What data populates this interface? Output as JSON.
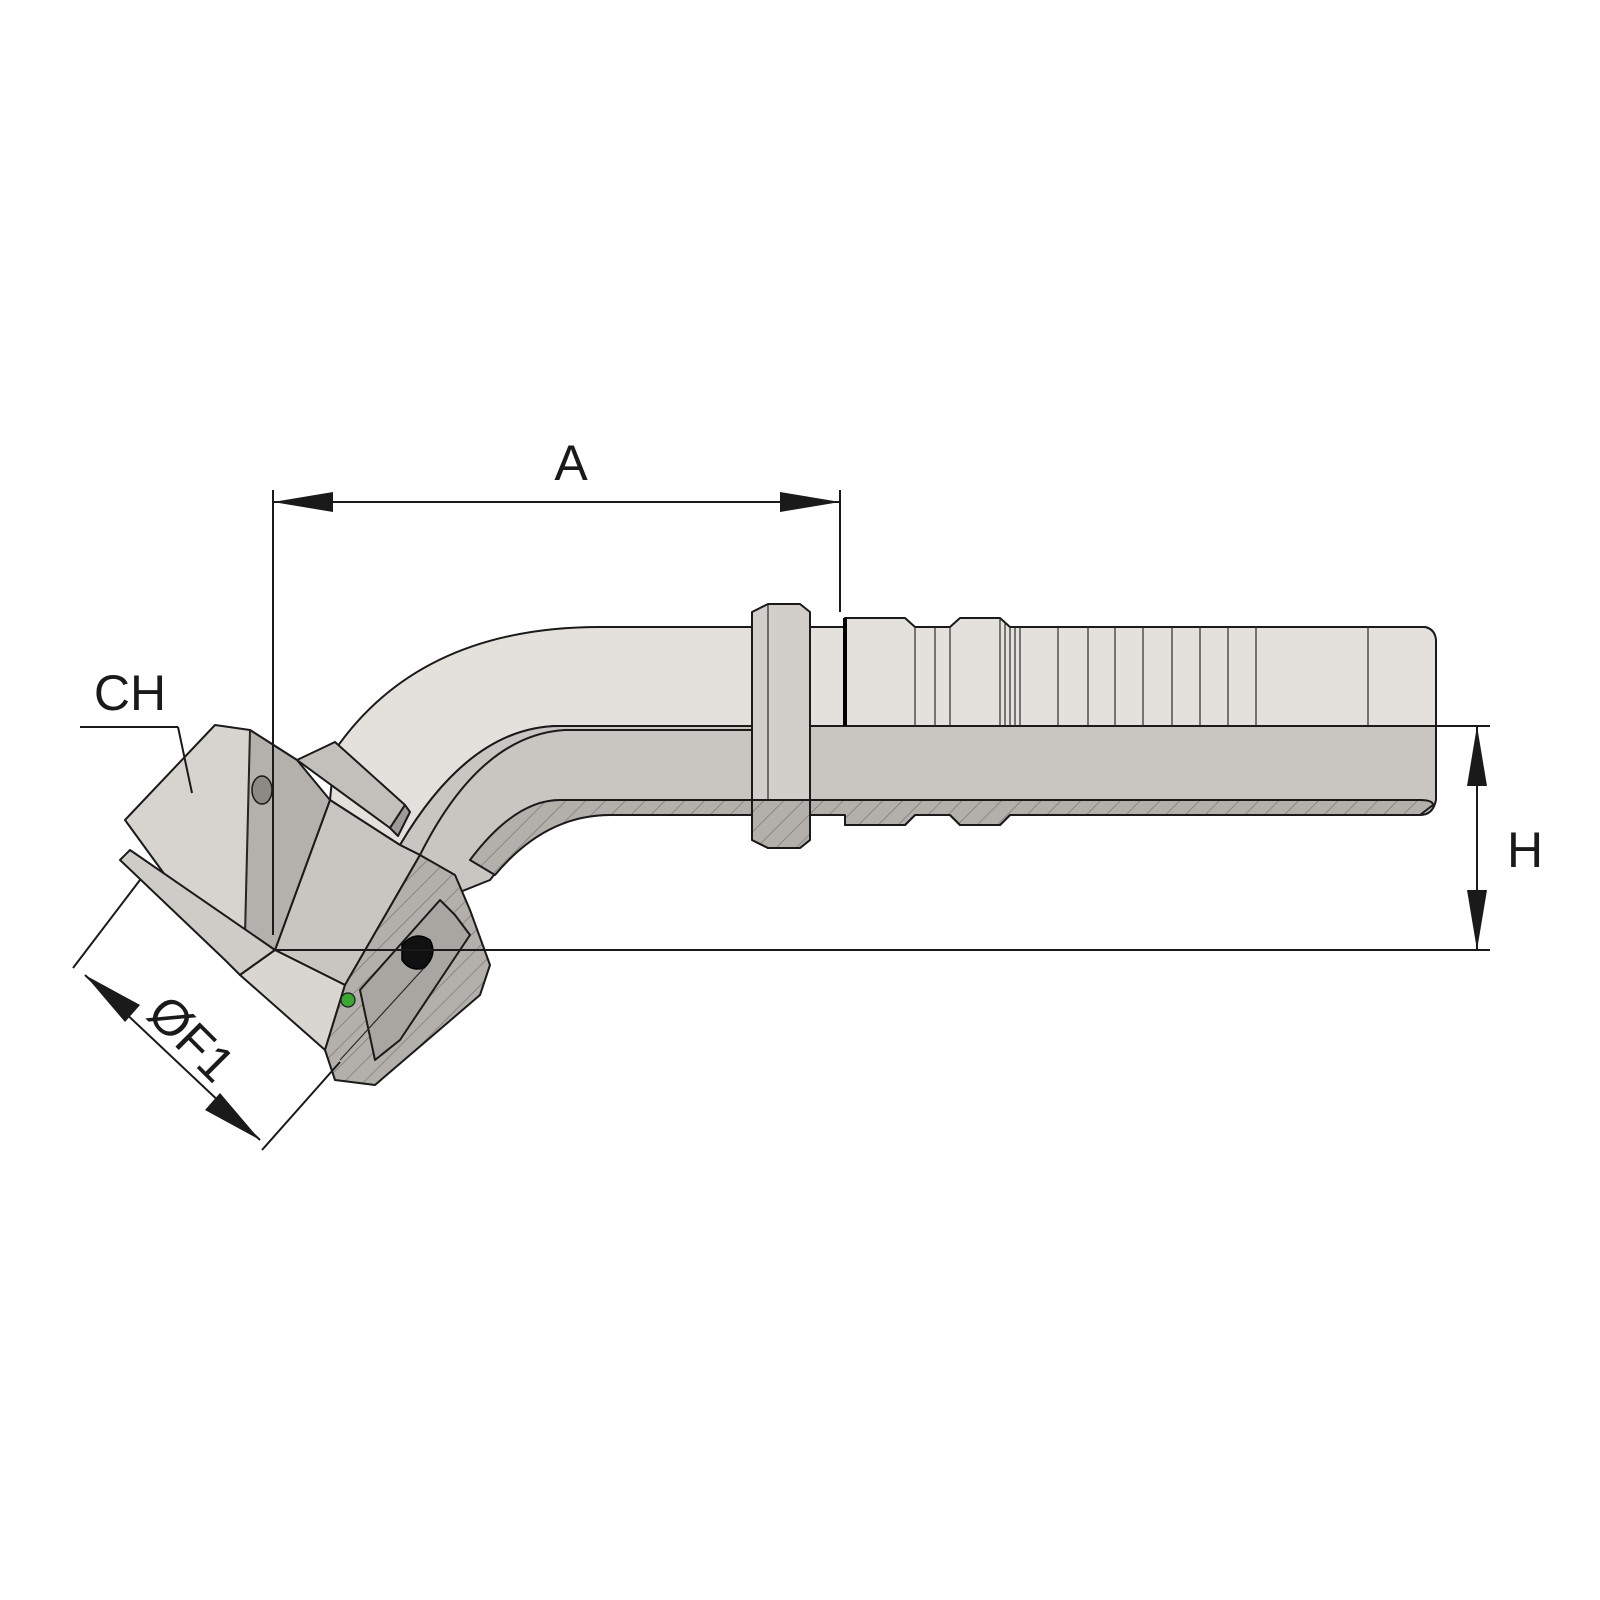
{
  "labels": {
    "dimension_a": "A",
    "dimension_ch": "CH",
    "dimension_h": "H",
    "dimension_f1": "ØF1"
  },
  "colors": {
    "body_light": "#e4e1dd",
    "body_mid": "#c9c6c2",
    "body_dark": "#a8a5a1",
    "nut_face": "#d7d4d0",
    "nut_side": "#b4b1ad",
    "section": "#9c9995",
    "oring": "#3aa832",
    "seal": "#111111",
    "line": "#1a1a1a"
  }
}
